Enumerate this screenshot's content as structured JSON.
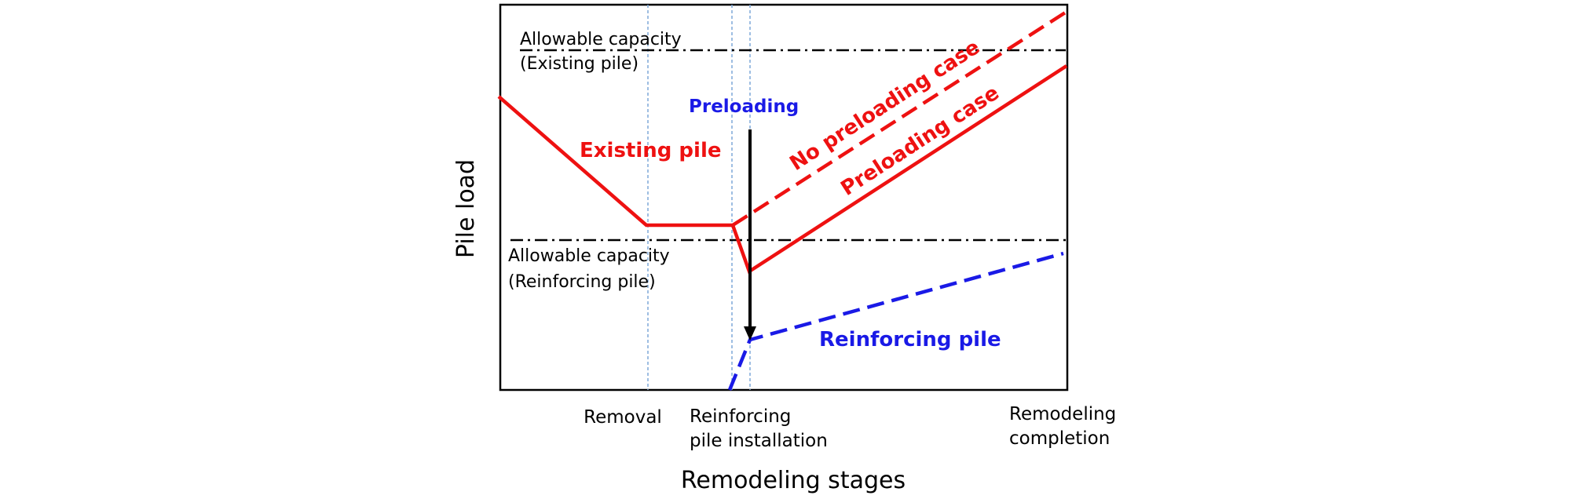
{
  "axes": {
    "x_title": "Remodeling stages",
    "y_title": "Pile load"
  },
  "stages": {
    "removal": [
      "Removal"
    ],
    "reinforcing_installation": [
      "Reinforcing",
      "pile installation"
    ],
    "remodeling_completion": [
      "Remodeling",
      "completion"
    ]
  },
  "reference_lines": {
    "existing_capacity": [
      "Allowable capacity",
      "(Existing pile)"
    ],
    "reinforcing_capacity": [
      "Allowable capacity",
      "(Reinforcing pile)"
    ]
  },
  "annotations": {
    "preloading": "Preloading",
    "existing_pile": "Existing pile",
    "no_preloading_case": "No preloading case",
    "preloading_case": "Preloading case",
    "reinforcing_pile": "Reinforcing pile"
  },
  "colors": {
    "existing": "#ee1111",
    "reinforcing": "#1a1ae6",
    "reference": "#000000",
    "stage_guides": "#7fa8d8"
  }
}
